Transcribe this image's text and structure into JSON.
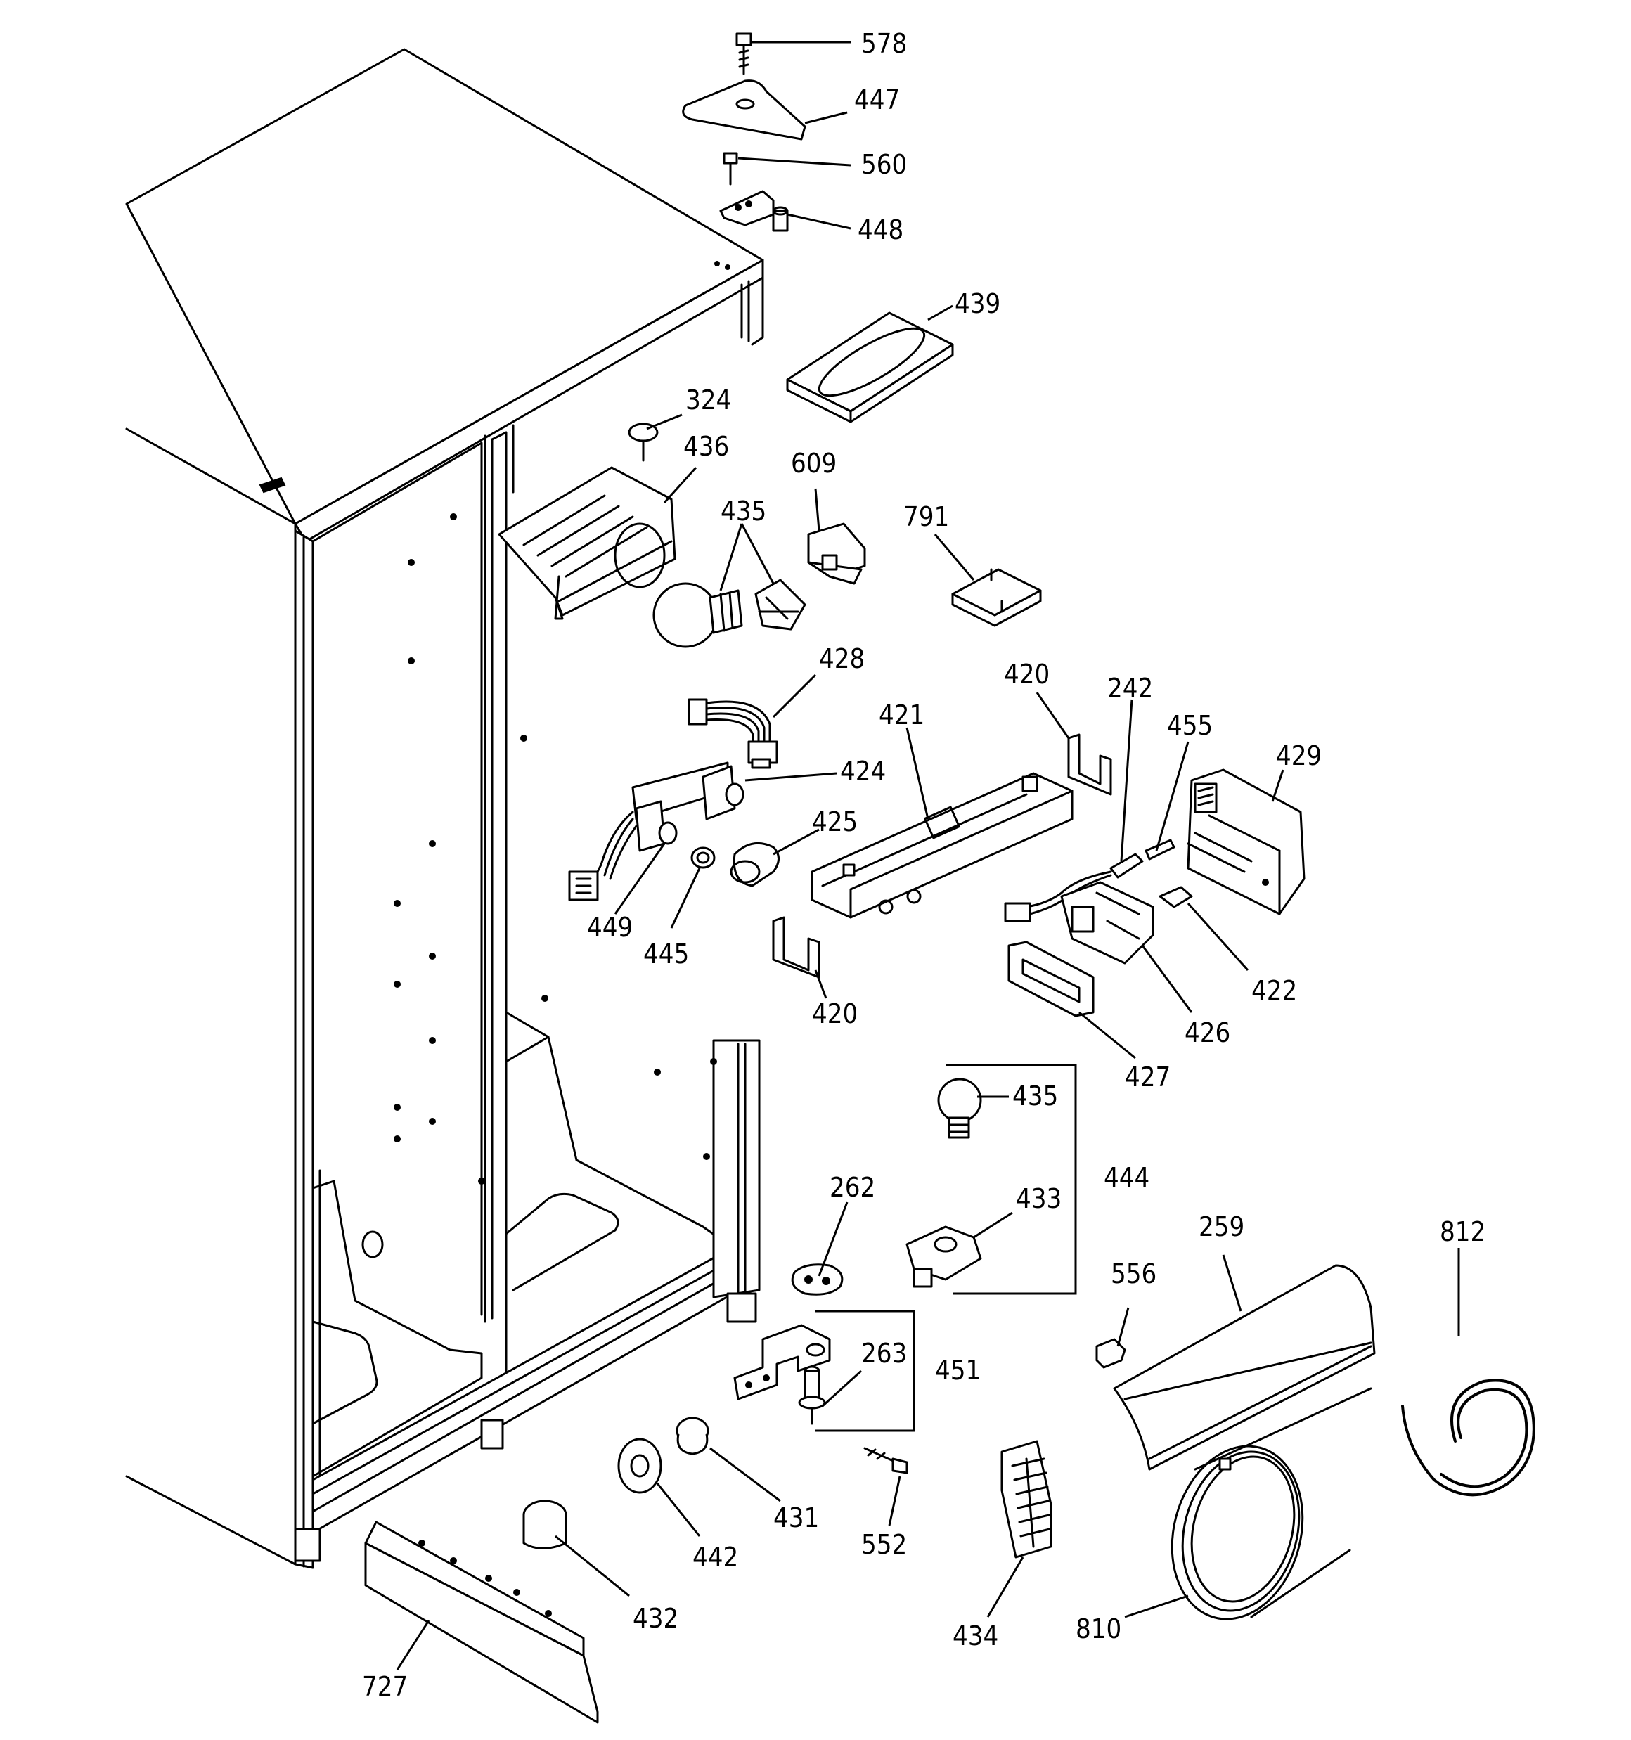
{
  "parts": [
    {
      "id": "578",
      "label": "578"
    },
    {
      "id": "447",
      "label": "447"
    },
    {
      "id": "560",
      "label": "560"
    },
    {
      "id": "448",
      "label": "448"
    },
    {
      "id": "439",
      "label": "439"
    },
    {
      "id": "324",
      "label": "324"
    },
    {
      "id": "436",
      "label": "436"
    },
    {
      "id": "609",
      "label": "609"
    },
    {
      "id": "435a",
      "label": "435"
    },
    {
      "id": "791",
      "label": "791"
    },
    {
      "id": "428",
      "label": "428"
    },
    {
      "id": "420a",
      "label": "420"
    },
    {
      "id": "242",
      "label": "242"
    },
    {
      "id": "455",
      "label": "455"
    },
    {
      "id": "421",
      "label": "421"
    },
    {
      "id": "429",
      "label": "429"
    },
    {
      "id": "424",
      "label": "424"
    },
    {
      "id": "425",
      "label": "425"
    },
    {
      "id": "449",
      "label": "449"
    },
    {
      "id": "445",
      "label": "445"
    },
    {
      "id": "420b",
      "label": "420"
    },
    {
      "id": "422",
      "label": "422"
    },
    {
      "id": "426",
      "label": "426"
    },
    {
      "id": "427",
      "label": "427"
    },
    {
      "id": "435b",
      "label": "435"
    },
    {
      "id": "444",
      "label": "444"
    },
    {
      "id": "433",
      "label": "433"
    },
    {
      "id": "262",
      "label": "262"
    },
    {
      "id": "259",
      "label": "259"
    },
    {
      "id": "812",
      "label": "812"
    },
    {
      "id": "556",
      "label": "556"
    },
    {
      "id": "263",
      "label": "263"
    },
    {
      "id": "451",
      "label": "451"
    },
    {
      "id": "431",
      "label": "431"
    },
    {
      "id": "442",
      "label": "442"
    },
    {
      "id": "552",
      "label": "552"
    },
    {
      "id": "432",
      "label": "432"
    },
    {
      "id": "434",
      "label": "434"
    },
    {
      "id": "810",
      "label": "810"
    },
    {
      "id": "727",
      "label": "727"
    }
  ]
}
